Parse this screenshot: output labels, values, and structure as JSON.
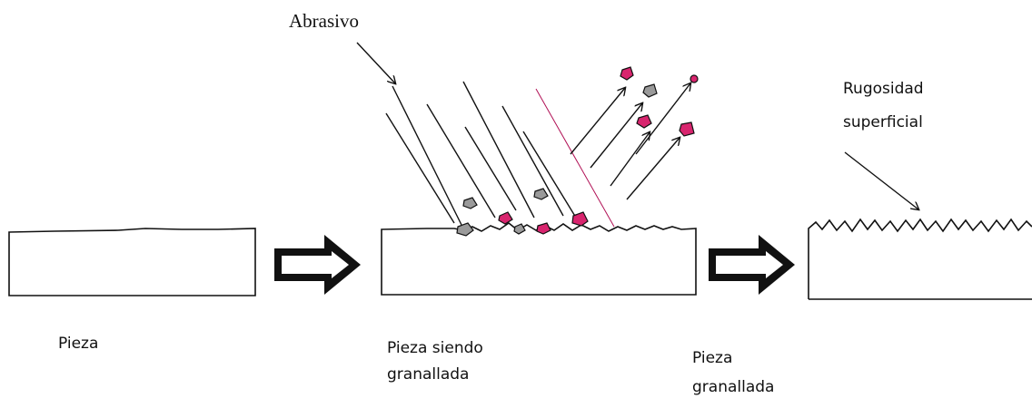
{
  "labels": {
    "abrasive": "Abrasivo",
    "piece": "Pieza",
    "piece_being_blasted": [
      "Pieza siendo",
      "granallada"
    ],
    "piece_blasted": [
      "Pieza",
      "granallada"
    ],
    "roughness": [
      "Rugosidad",
      "superficial"
    ]
  },
  "colors": {
    "ink": "#111111",
    "abrasive_particle": "#d8256e",
    "grey_particle": "#9a9a9a"
  },
  "icons": [
    "process-arrow-icon",
    "leader-arrow-icon"
  ]
}
